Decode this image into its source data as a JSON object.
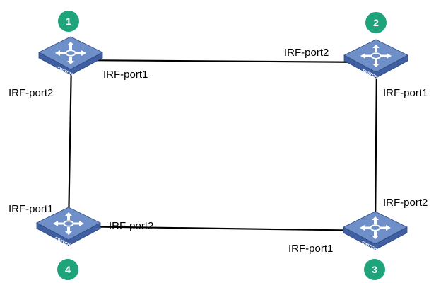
{
  "colors": {
    "link": "#000000",
    "badge": "#1fa37a",
    "switch_top": "#6f8fc9",
    "switch_side": "#3f5fa0",
    "switch_dark": "#2d4a85"
  },
  "nodes": [
    {
      "id": "1",
      "badge": "1",
      "device_text": "SWITCH",
      "icon": "switch-icon"
    },
    {
      "id": "2",
      "badge": "2",
      "device_text": "SWITCH",
      "icon": "switch-icon"
    },
    {
      "id": "3",
      "badge": "3",
      "device_text": "SWITCH",
      "icon": "switch-icon"
    },
    {
      "id": "4",
      "badge": "4",
      "device_text": "SWITCH",
      "icon": "switch-icon"
    }
  ],
  "links": [
    {
      "from": "1",
      "to": "2",
      "from_port": "IRF-port1",
      "to_port": "IRF-port2"
    },
    {
      "from": "2",
      "to": "3",
      "from_port": "IRF-port1",
      "to_port": "IRF-port2"
    },
    {
      "from": "3",
      "to": "4",
      "from_port": "IRF-port1",
      "to_port": "IRF-port2"
    },
    {
      "from": "4",
      "to": "1",
      "from_port": "IRF-port1",
      "to_port": "IRF-port2"
    }
  ]
}
